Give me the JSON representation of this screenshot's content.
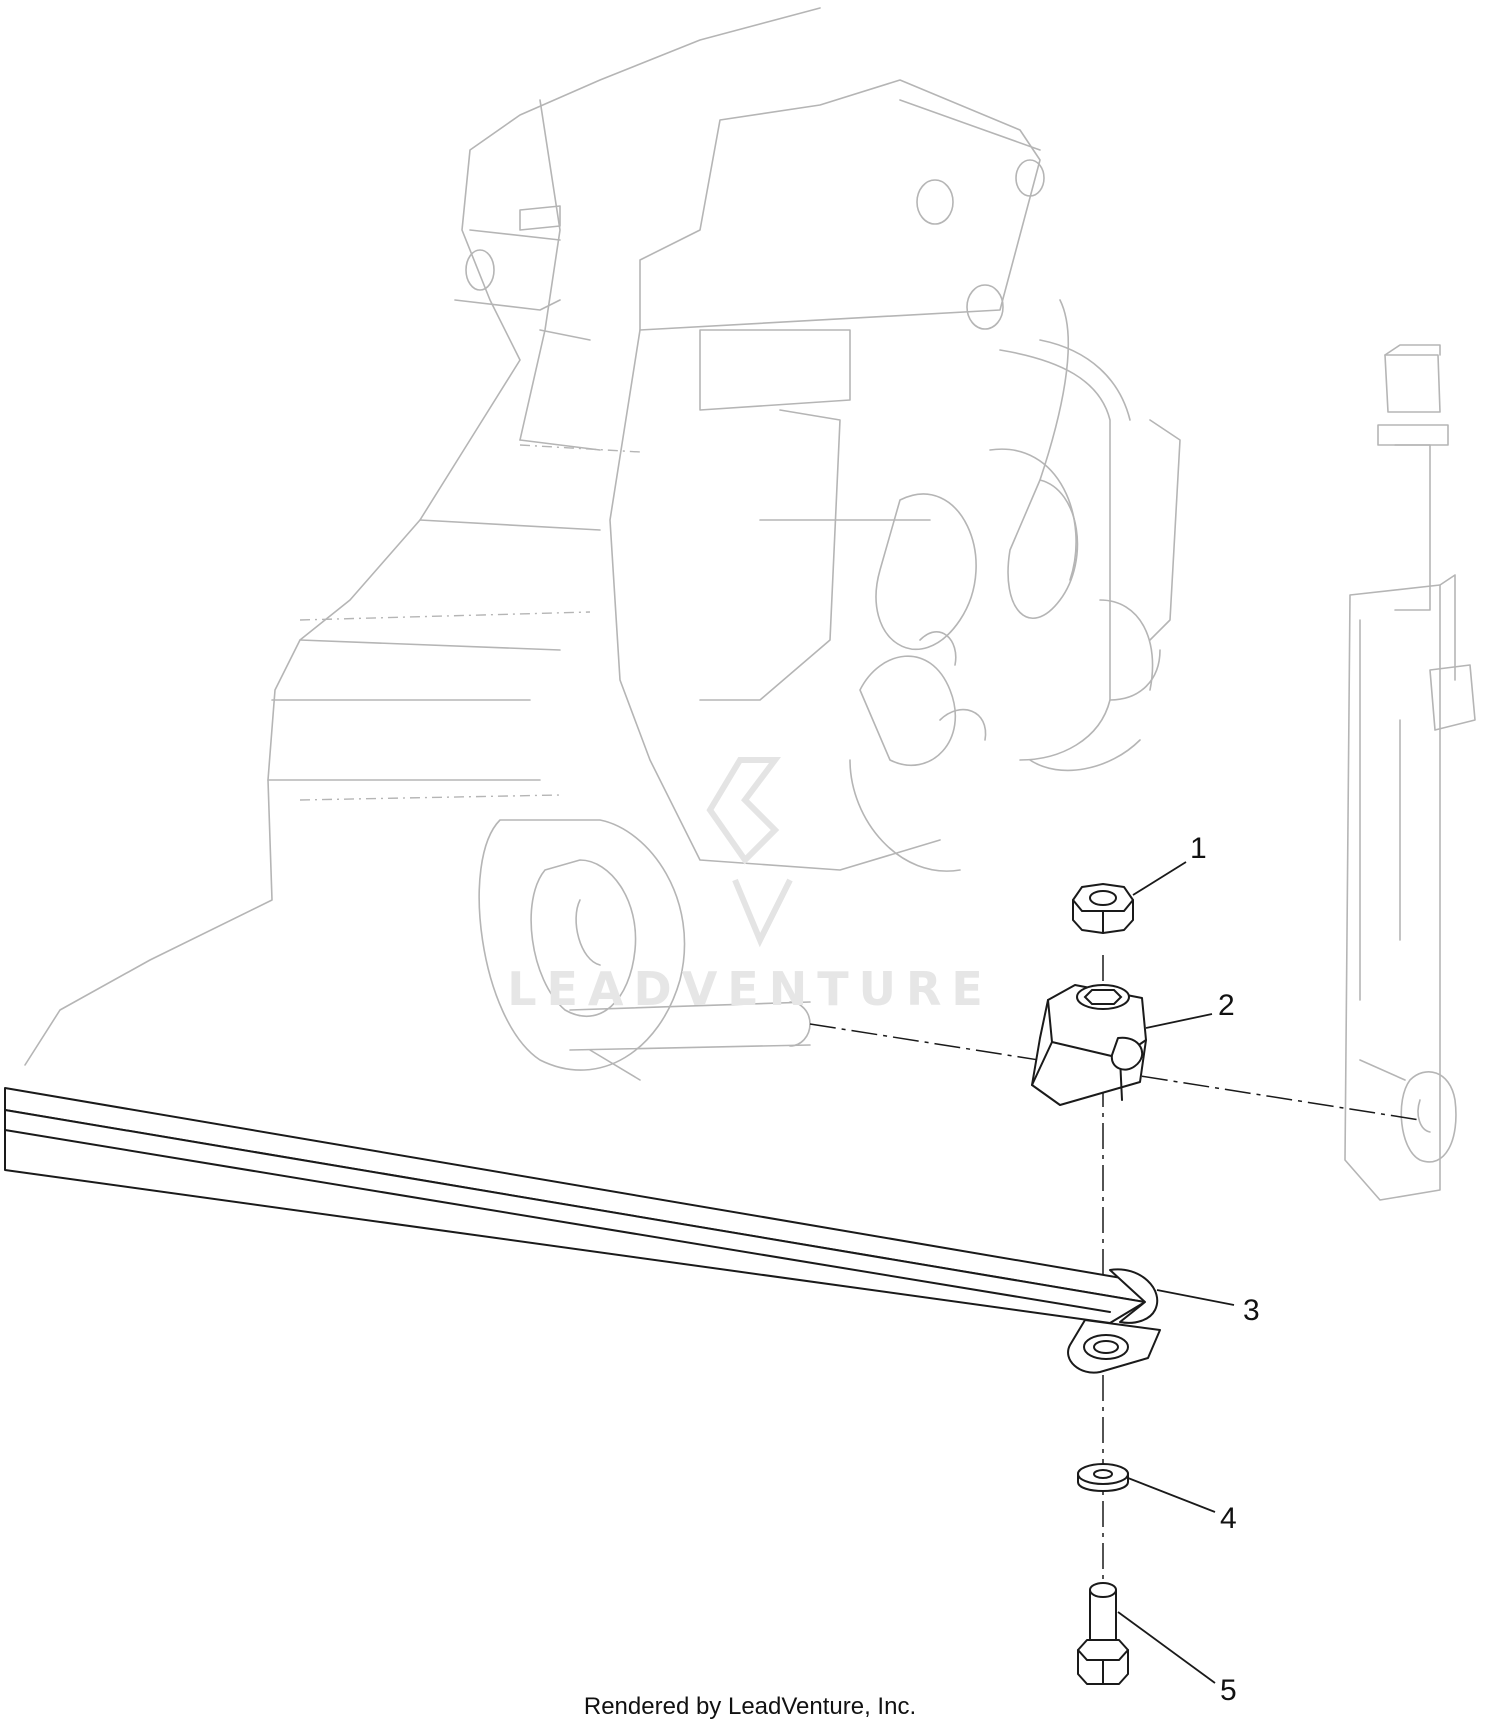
{
  "watermark": "LEADVENTURE",
  "callouts": [
    {
      "number": "1"
    },
    {
      "number": "2"
    },
    {
      "number": "3"
    },
    {
      "number": "4"
    },
    {
      "number": "5"
    }
  ],
  "credit": "Rendered by LeadVenture, Inc."
}
